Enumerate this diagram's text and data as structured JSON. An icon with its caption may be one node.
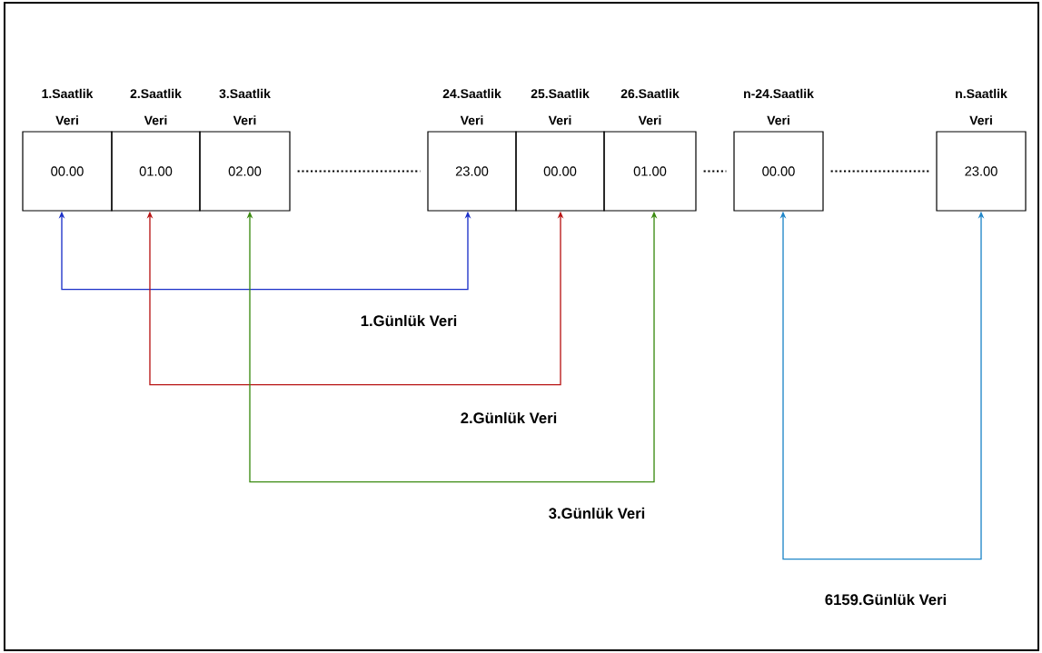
{
  "diagram": {
    "nodes": [
      {
        "text": [
          "1.Saatlik Veri",
          "00.00"
        ]
      },
      {
        "text": [
          "2.Saatlik Veri",
          "01.00"
        ]
      },
      {
        "text": [
          "3.Saatlik Veri",
          "02.00"
        ]
      },
      {
        "text": [
          "24.Saatlik Veri",
          "23.00"
        ]
      },
      {
        "text": [
          "25.Saatlik Veri",
          "00.00"
        ]
      },
      {
        "text": [
          "26.Saatlik Veri",
          "01.00"
        ]
      },
      {
        "text": [
          "n-24.Saatlik Veri",
          "00.00"
        ]
      },
      {
        "text": [
          "n.Saatlik Veri",
          "23.00"
        ]
      }
    ],
    "edges": [
      {
        "from": 2,
        "to": 3,
        "arrow": "none",
        "style": "dashed"
      },
      {
        "from": 5,
        "to": 6,
        "arrow": "none",
        "style": "dashed"
      },
      {
        "from": 6,
        "to": 7,
        "arrow": "none",
        "style": "dashed"
      },
      {
        "from": 0,
        "to": 3,
        "arrow": "both",
        "label": "1.Günlük Veri",
        "color": "#1a2fc8"
      },
      {
        "from": 1,
        "to": 4,
        "arrow": "both",
        "label": "2.Günlük Veri",
        "color": "#b81414"
      },
      {
        "from": 2,
        "to": 5,
        "arrow": "both",
        "label": "3.Günlük Veri",
        "color": "#3a8a10"
      },
      {
        "from": 6,
        "to": 7,
        "arrow": "both",
        "label": "6159.Günlük Veri",
        "color": "#1f86c8"
      }
    ]
  }
}
